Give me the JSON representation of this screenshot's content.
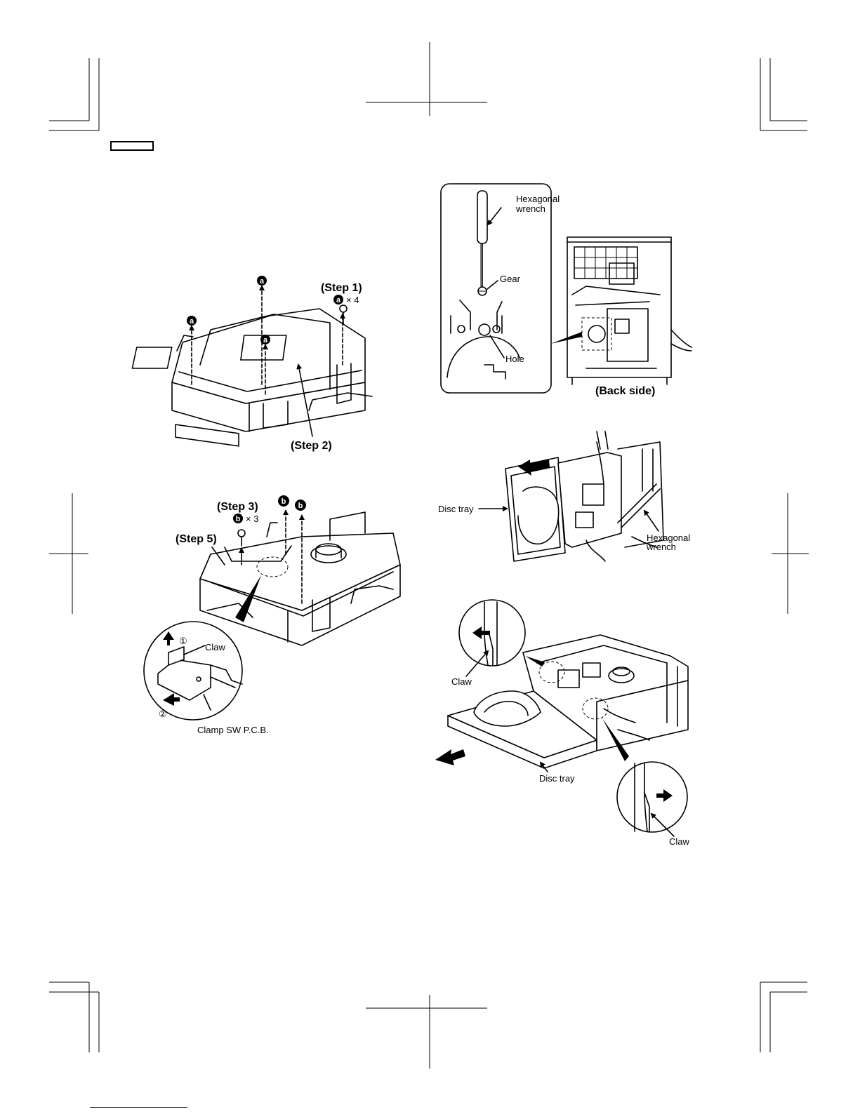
{
  "diagram_1": {
    "markers": [
      "a",
      "a",
      "a",
      "a"
    ],
    "step1": "(Step 1)",
    "step1_qty_marker": "a",
    "step1_qty": "× 4",
    "step2": "(Step 2)"
  },
  "diagram_2": {
    "markers": [
      "b",
      "b"
    ],
    "step3": "(Step 3)",
    "step3_qty_marker": "b",
    "step3_qty": "× 3",
    "step5": "(Step 5)",
    "num1": "①",
    "num2": "②",
    "claw": "Claw",
    "clamp_pcb": "Clamp SW P.C.B."
  },
  "diagram_3": {
    "wrench_line1": "Hexagonal",
    "wrench_line2": "wrench",
    "gear": "Gear",
    "hole": "Hole",
    "back_side": "(Back side)"
  },
  "diagram_4": {
    "disc_tray": "Disc tray",
    "wrench_line1": "Hexagonal",
    "wrench_line2": "wrench"
  },
  "diagram_5": {
    "claw_left": "Claw",
    "disc_tray": "Disc tray",
    "claw_right": "Claw"
  }
}
